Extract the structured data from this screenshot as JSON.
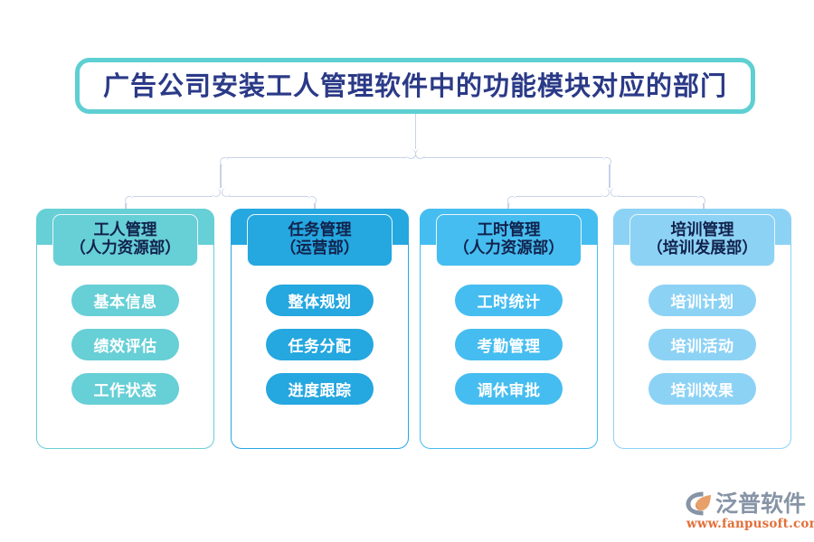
{
  "diagram": {
    "title": "广告公司安装工人管理软件中的功能模块对应的部门",
    "accent_title_border": "#5ECFD2",
    "accent_title_text": "#2B3A87",
    "connector_color": "#C6D2E6",
    "columns": [
      {
        "name": "工人管理",
        "department": "（人力资源部）",
        "color": "#67CFD6",
        "items": [
          "基本信息",
          "绩效评估",
          "工作状态"
        ]
      },
      {
        "name": "任务管理",
        "department": "（运营部）",
        "color": "#25A7E0",
        "items": [
          "整体规划",
          "任务分配",
          "进度跟踪"
        ]
      },
      {
        "name": "工时管理",
        "department": "（人力资源部）",
        "color": "#45BDF0",
        "items": [
          "工时统计",
          "考勤管理",
          "调休审批"
        ]
      },
      {
        "name": "培训管理",
        "department": "（培训发展部）",
        "color": "#8CD2F5",
        "items": [
          "培训计划",
          "培训活动",
          "培训效果"
        ]
      }
    ]
  },
  "logo": {
    "brand": "泛普软件",
    "url": "www.fanpusoft.com",
    "brand_color": "#8794A6",
    "url_color": "#E2703A",
    "mark_accent": "#E8A06A"
  }
}
